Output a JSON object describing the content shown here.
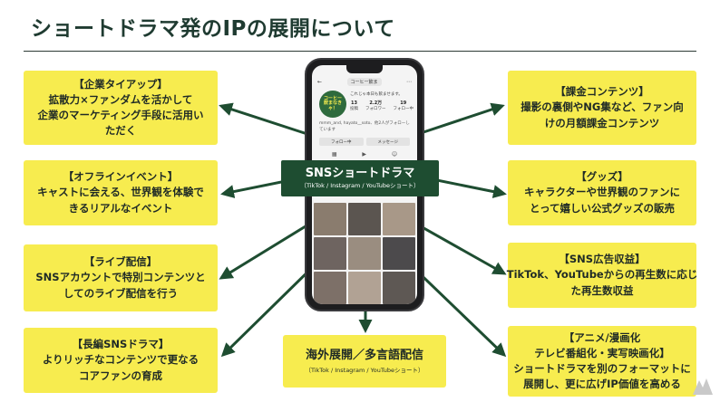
{
  "title": "ショートドラマ発のIPの展開について",
  "center": {
    "label": "SNSショートドラマ",
    "sub": "（TikTok / Instagram / YouTubeショート）"
  },
  "phone": {
    "status_left": "←",
    "status_pill": "コーヒー飲ま",
    "logo_text": "コーヒー\n飲まなき\nゃ！",
    "profile_line": "これじゃ本日も飲ませます。",
    "stats": [
      {
        "value": "13",
        "label": "投稿"
      },
      {
        "value": "2.2万",
        "label": "フォロワー"
      },
      {
        "value": "19",
        "label": "フォロー中"
      }
    ],
    "bio": "mmm_and, hayato__soto、他2人がフォローしています",
    "follow_label": "フォロー中",
    "message_label": "メッセージ"
  },
  "left_boxes": [
    {
      "head": "【企業タイアップ】",
      "lines": [
        "拡散力×ファンダムを活かして",
        "企業のマーケティング手段に活用い",
        "ただく"
      ]
    },
    {
      "head": "【オフラインイベント】",
      "lines": [
        "キャストに会える、世界観を体験で",
        "きるリアルなイベント"
      ]
    },
    {
      "head": "【ライブ配信】",
      "lines": [
        "SNSアカウントで特別コンテンツと",
        "してのライブ配信を行う"
      ]
    },
    {
      "head": "【長編SNSドラマ】",
      "lines": [
        "よりリッチなコンテンツで更なる",
        "コアファンの育成"
      ]
    }
  ],
  "right_boxes": [
    {
      "head": "【課金コンテンツ】",
      "lines": [
        "撮影の裏側やNG集など、ファン向",
        "けの月額課金コンテンツ"
      ]
    },
    {
      "head": "【グッズ】",
      "lines": [
        "キャラクターや世界観のファンに",
        "とって嬉しい公式グッズの販売"
      ]
    },
    {
      "head": "【SNS広告収益】",
      "lines": [
        "TikTok、YouTubeからの再生数に応じ",
        "た再生数収益"
      ]
    },
    {
      "head": "【アニメ/漫画化",
      "lines": [
        "テレビ番組化・実写映画化】",
        "ショートドラマを別のフォーマットに",
        "展開し、更に広げIP価値を高める"
      ]
    }
  ],
  "bottom_box": {
    "main": "海外展開／多言語配信",
    "sub": "（TikTok / Instagram / YouTubeショート）"
  },
  "colors": {
    "box_yellow": "#f7ec4f",
    "center_green": "#1e4d31",
    "title_green": "#1f3b31",
    "arrow": "#1e4d31"
  }
}
